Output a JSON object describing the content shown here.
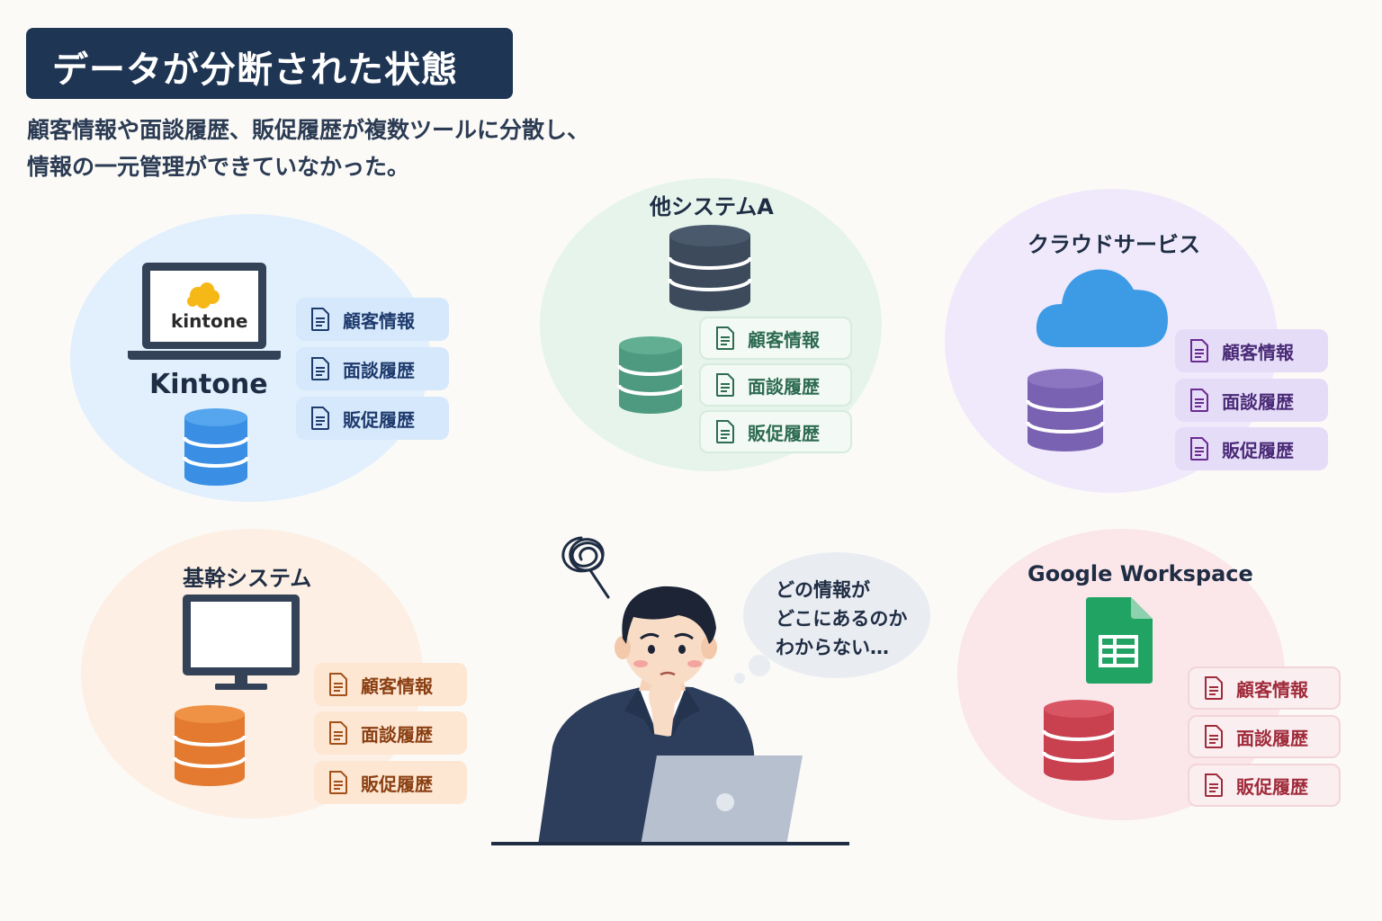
{
  "header": {
    "title": "データが分断された状態",
    "subtitle_line1": "顧客情報や面談履歴、販促履歴が複数ツールに分散し、",
    "subtitle_line2": "情報の一元管理ができていなかった。"
  },
  "systems": {
    "kintone": {
      "logo_text": "kintone",
      "label": "Kintone",
      "tags": [
        "顧客情報",
        "面談履歴",
        "販促履歴"
      ],
      "color": "#1f3b6e",
      "bg": "#e2effd",
      "db_color": "#3a8ee3"
    },
    "system_a": {
      "label": "他システムA",
      "tags": [
        "顧客情報",
        "面談履歴",
        "販促履歴"
      ],
      "color": "#2d6b52",
      "bg": "#e6f4ec",
      "db_color": "#4e9a80"
    },
    "cloud": {
      "label": "クラウドサービス",
      "tags": [
        "顧客情報",
        "面談履歴",
        "販促履歴"
      ],
      "color": "#6a2a91",
      "bg": "#efe9fb",
      "db_color": "#7a62b3"
    },
    "core": {
      "label": "基幹システム",
      "tags": [
        "顧客情報",
        "面談履歴",
        "販促履歴"
      ],
      "color": "#a3501b",
      "bg": "#fdefe3",
      "db_color": "#e37a2f"
    },
    "google": {
      "label": "Google Workspace",
      "tags": [
        "顧客情報",
        "面談履歴",
        "販促履歴"
      ],
      "color": "#a02b3b",
      "bg": "#fbe6e9",
      "db_color": "#c9404f"
    }
  },
  "speech": {
    "line1": "どの情報が",
    "line2": "どこにあるのか",
    "line3": "わからない…"
  }
}
